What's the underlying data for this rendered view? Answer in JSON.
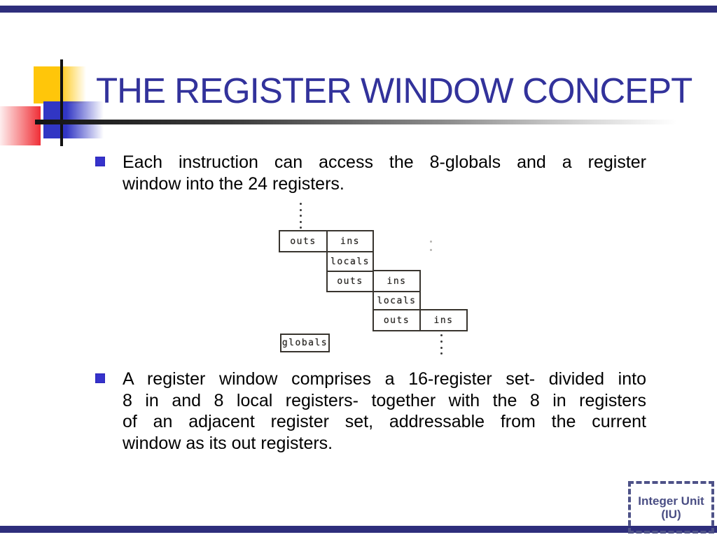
{
  "slide": {
    "title": "THE REGISTER WINDOW CONCEPT",
    "bullets": [
      {
        "lines": [
          "Each instruction can access the 8-globals and a register",
          "window into the 24 registers."
        ]
      },
      {
        "lines": [
          "A register window comprises a 16-register set- divided into",
          "8 in and 8 local registers- together with the 8 in registers",
          "of an adjacent register set, addressable from the current",
          "window as its out registers."
        ]
      }
    ],
    "diagram": {
      "type": "diagram",
      "description": "Overlapping SPARC register windows: staircase of register sets with shared outs/ins boxes, dotted continuation lines, and a separate globals box",
      "boxes": [
        {
          "label": "outs"
        },
        {
          "label": "ins"
        },
        {
          "label": "locals"
        },
        {
          "label": "outs"
        },
        {
          "label": "ins"
        },
        {
          "label": "locals"
        },
        {
          "label": "outs"
        },
        {
          "label": "ins"
        },
        {
          "label": "globals"
        }
      ]
    },
    "footer_box": {
      "line1": "Integer Unit",
      "line2": "(IU)"
    },
    "colors": {
      "title": "#32329b",
      "bullet_marker": "#3633cc",
      "edge_bar": "#2e2e7c",
      "footer_box": "#4a4e84",
      "decor_yellow": "#ffc60a",
      "decor_blue": "#3136c4",
      "decor_red": "#ee1c25",
      "diagram_ink": "#38342e"
    }
  }
}
